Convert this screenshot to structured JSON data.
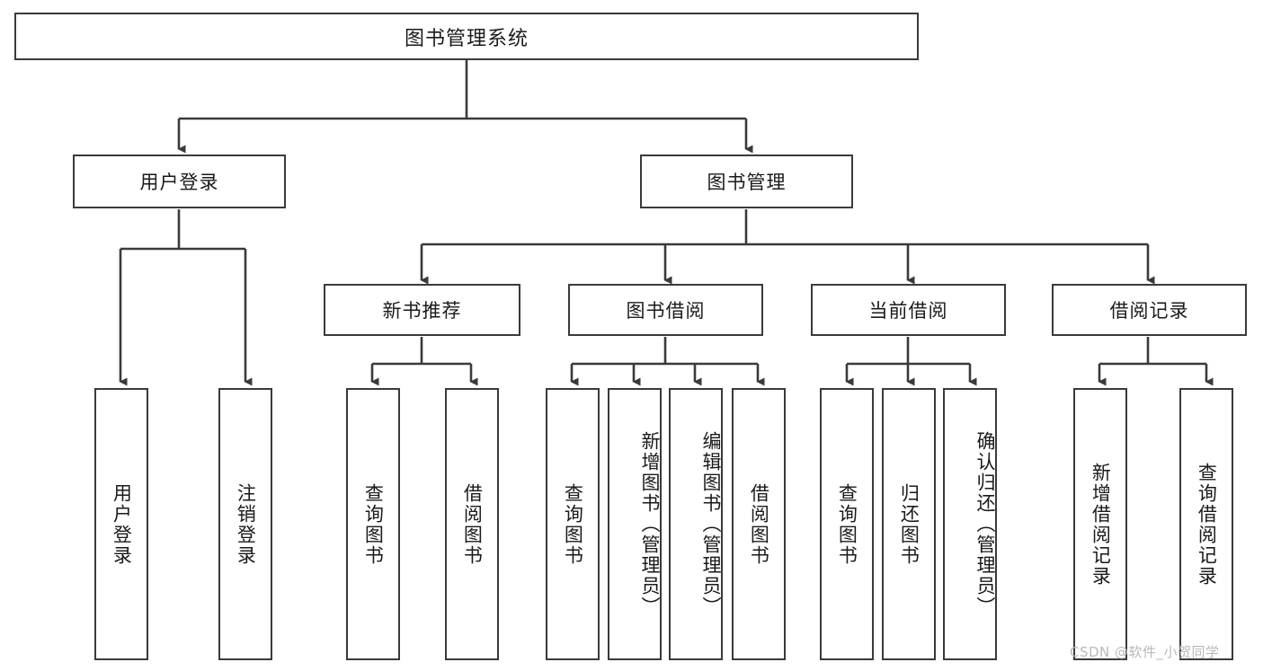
{
  "diagram": {
    "title": "图书管理系统",
    "root": {
      "label": "图书管理系统"
    },
    "level2": [
      {
        "label": "用户登录"
      },
      {
        "label": "图书管理"
      }
    ],
    "level3": [
      {
        "label": "新书推荐"
      },
      {
        "label": "图书借阅"
      },
      {
        "label": "当前借阅"
      },
      {
        "label": "借阅记录"
      }
    ],
    "leaves": {
      "user_login": [
        {
          "label": "用户登录"
        },
        {
          "label": "注销登录"
        }
      ],
      "new_book": [
        {
          "label": "查询图书"
        },
        {
          "label": "借阅图书"
        }
      ],
      "book_borrow": [
        {
          "label": "查询图书"
        },
        {
          "label": "新增图书（管理员）"
        },
        {
          "label": "编辑图书（管理员）"
        },
        {
          "label": "借阅图书"
        }
      ],
      "current_borrow": [
        {
          "label": "查询图书"
        },
        {
          "label": "归还图书"
        },
        {
          "label": "确认归还（管理员）"
        }
      ],
      "borrow_record": [
        {
          "label": "新增借阅记录"
        },
        {
          "label": "查询借阅记录"
        }
      ]
    }
  },
  "watermark": {
    "text": "CSDN @软件_小贺同学"
  },
  "colors": {
    "stroke": "#3a3a3a",
    "background": "#ffffff",
    "text": "#1a1a1a",
    "watermark": "#b9b9b9"
  }
}
